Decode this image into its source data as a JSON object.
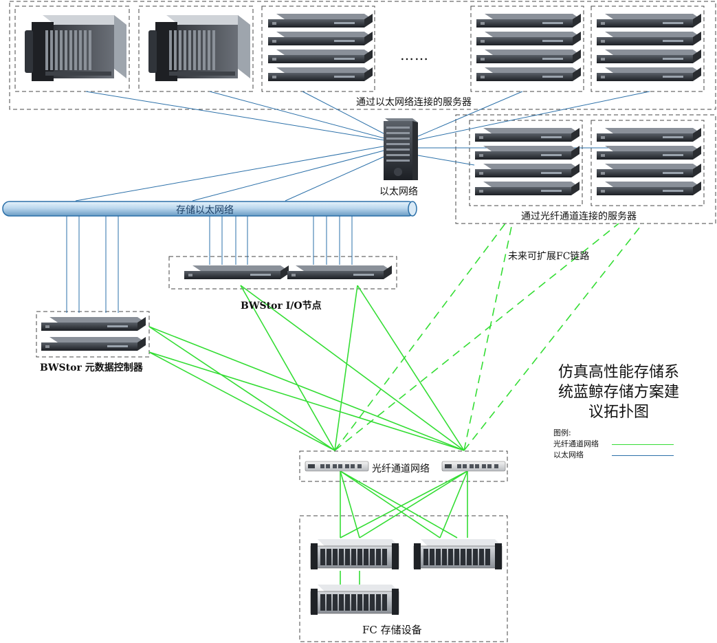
{
  "labels": {
    "ethernet_servers": "通过以太网络连接的服务器",
    "ethernet_switch": "以太网络",
    "storage_ethernet": "存储以太网络",
    "fc_servers": "通过光纤通道连接的服务器",
    "future_fc": "未来可扩展FC链路",
    "io_node": "BWStor I/O节点",
    "meta_controller": "BWStor 元数据控制器",
    "fc_network": "光纤通道网络",
    "fc_storage": "FC 存储设备",
    "ellipsis": "……"
  },
  "title": {
    "line1": "仿真高性能存储系",
    "line2": "统蓝鲸存储方案建",
    "line3": "议拓扑图"
  },
  "legend": {
    "heading": "图例:",
    "items": [
      {
        "label": "光纤通道网络",
        "color": "#33dd33"
      },
      {
        "label": "以太网络",
        "color": "#2a6fa8"
      }
    ]
  },
  "colors": {
    "ethernet": "#2a6fa8",
    "fibre": "#33dd33",
    "dashed_border": "#444444"
  }
}
